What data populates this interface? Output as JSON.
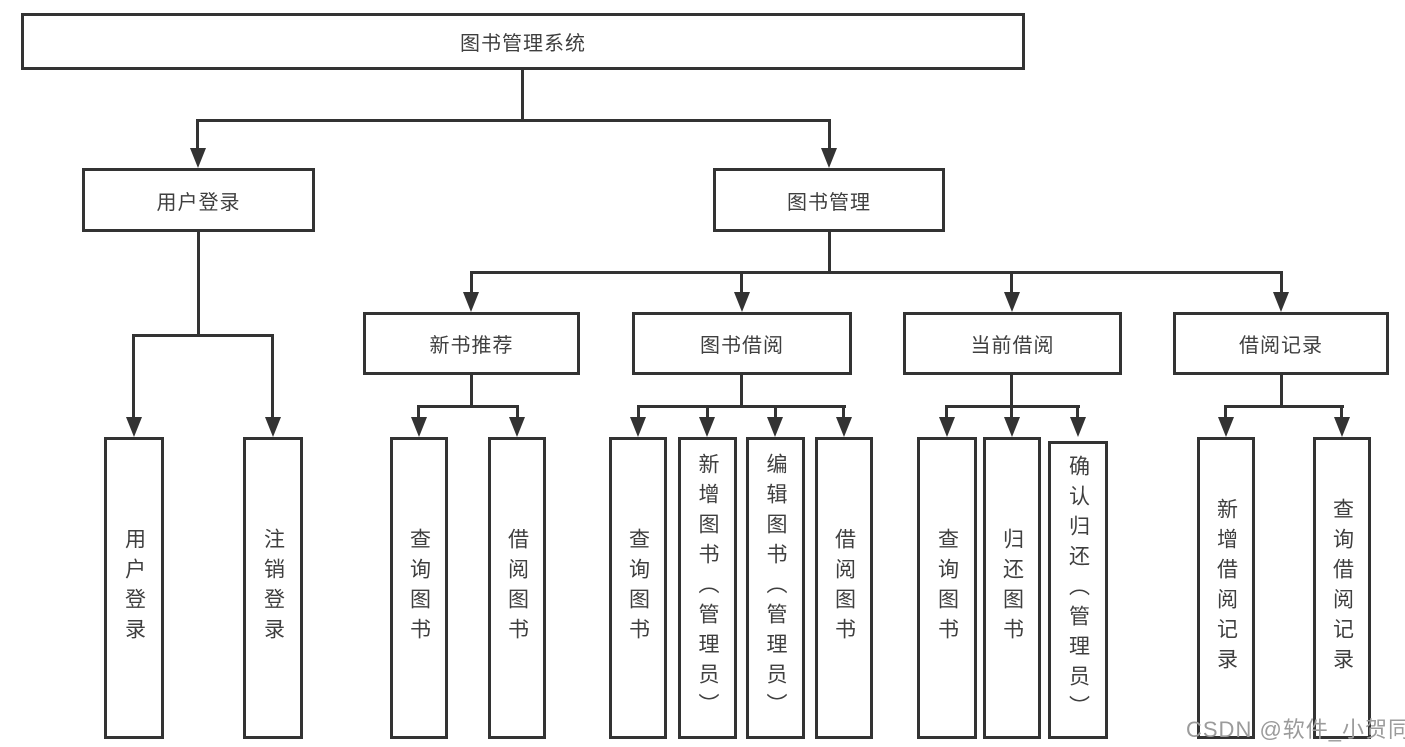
{
  "tree": {
    "label": "图书管理系统",
    "children": [
      {
        "label": "用户登录",
        "children": [
          {
            "label": "用户登录"
          },
          {
            "label": "注销登录"
          }
        ]
      },
      {
        "label": "图书管理",
        "children": [
          {
            "label": "新书推荐",
            "children": [
              {
                "label": "查询图书"
              },
              {
                "label": "借阅图书"
              }
            ]
          },
          {
            "label": "图书借阅",
            "children": [
              {
                "label": "查询图书"
              },
              {
                "label": "新增图书（管理员）"
              },
              {
                "label": "编辑图书（管理员）"
              },
              {
                "label": "借阅图书"
              }
            ]
          },
          {
            "label": "当前借阅",
            "children": [
              {
                "label": "查询图书"
              },
              {
                "label": "归还图书"
              },
              {
                "label": "确认归还（管理员）"
              }
            ]
          },
          {
            "label": "借阅记录",
            "children": [
              {
                "label": "新增借阅记录"
              },
              {
                "label": "查询借阅记录"
              }
            ]
          }
        ]
      }
    ]
  },
  "watermark": {
    "text": "CSDN @软件_小贺同学"
  },
  "colors": {
    "line": "#333333",
    "box_border": "#333333",
    "text": "#3f3f3f",
    "watermark": "#9b9b9b",
    "background": "#ffffff"
  }
}
